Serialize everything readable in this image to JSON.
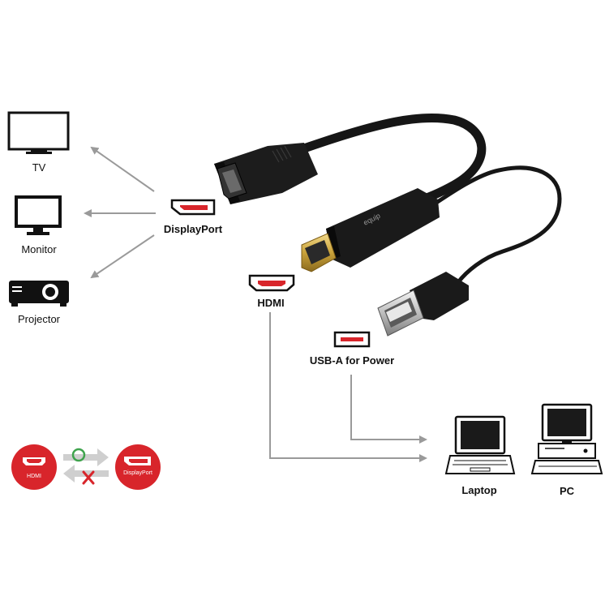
{
  "devices_left": {
    "tv": "TV",
    "monitor": "Monitor",
    "projector": "Projector"
  },
  "ports": {
    "displayport": "DisplayPort",
    "hdmi": "HDMI",
    "usb": "USB-A for Power"
  },
  "devices_right": {
    "laptop": "Laptop",
    "pc": "PC"
  },
  "cable": {
    "brand": "equip"
  },
  "direction_badge": {
    "source": "HDMI",
    "target": "DisplayPort",
    "allowed_symbol": "○",
    "blocked_symbol": "✕"
  },
  "colors": {
    "accent_red": "#d8252b",
    "arrow_gray": "#9a9a9a",
    "check_green": "#3fa34d",
    "cable_black": "#161616",
    "gold": "#c9a23a"
  }
}
